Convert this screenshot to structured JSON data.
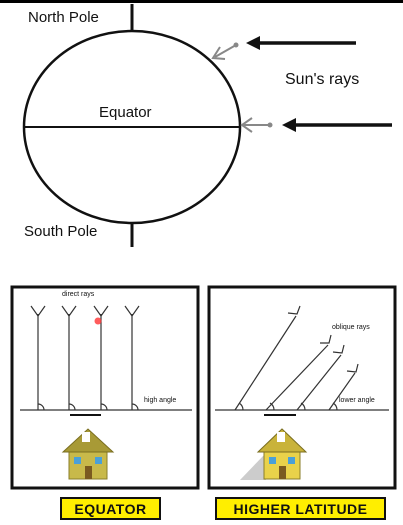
{
  "globe": {
    "north_pole": "North Pole",
    "south_pole": "South Pole",
    "equator": "Equator",
    "suns_rays": "Sun's rays"
  },
  "panels": {
    "left": {
      "top_label": "direct rays",
      "angle_label": "high angle",
      "badge": "EQUATOR"
    },
    "right": {
      "top_label": "oblique rays",
      "angle_label": "lower angle",
      "badge": "HIGHER LATITUDE"
    }
  },
  "colors": {
    "badge_bg": "#ffee00",
    "house_wall": "#c8b94a",
    "house_roof": "#8a7e2a",
    "window": "#4aa0d8",
    "sun_dot": "#ff3333"
  }
}
